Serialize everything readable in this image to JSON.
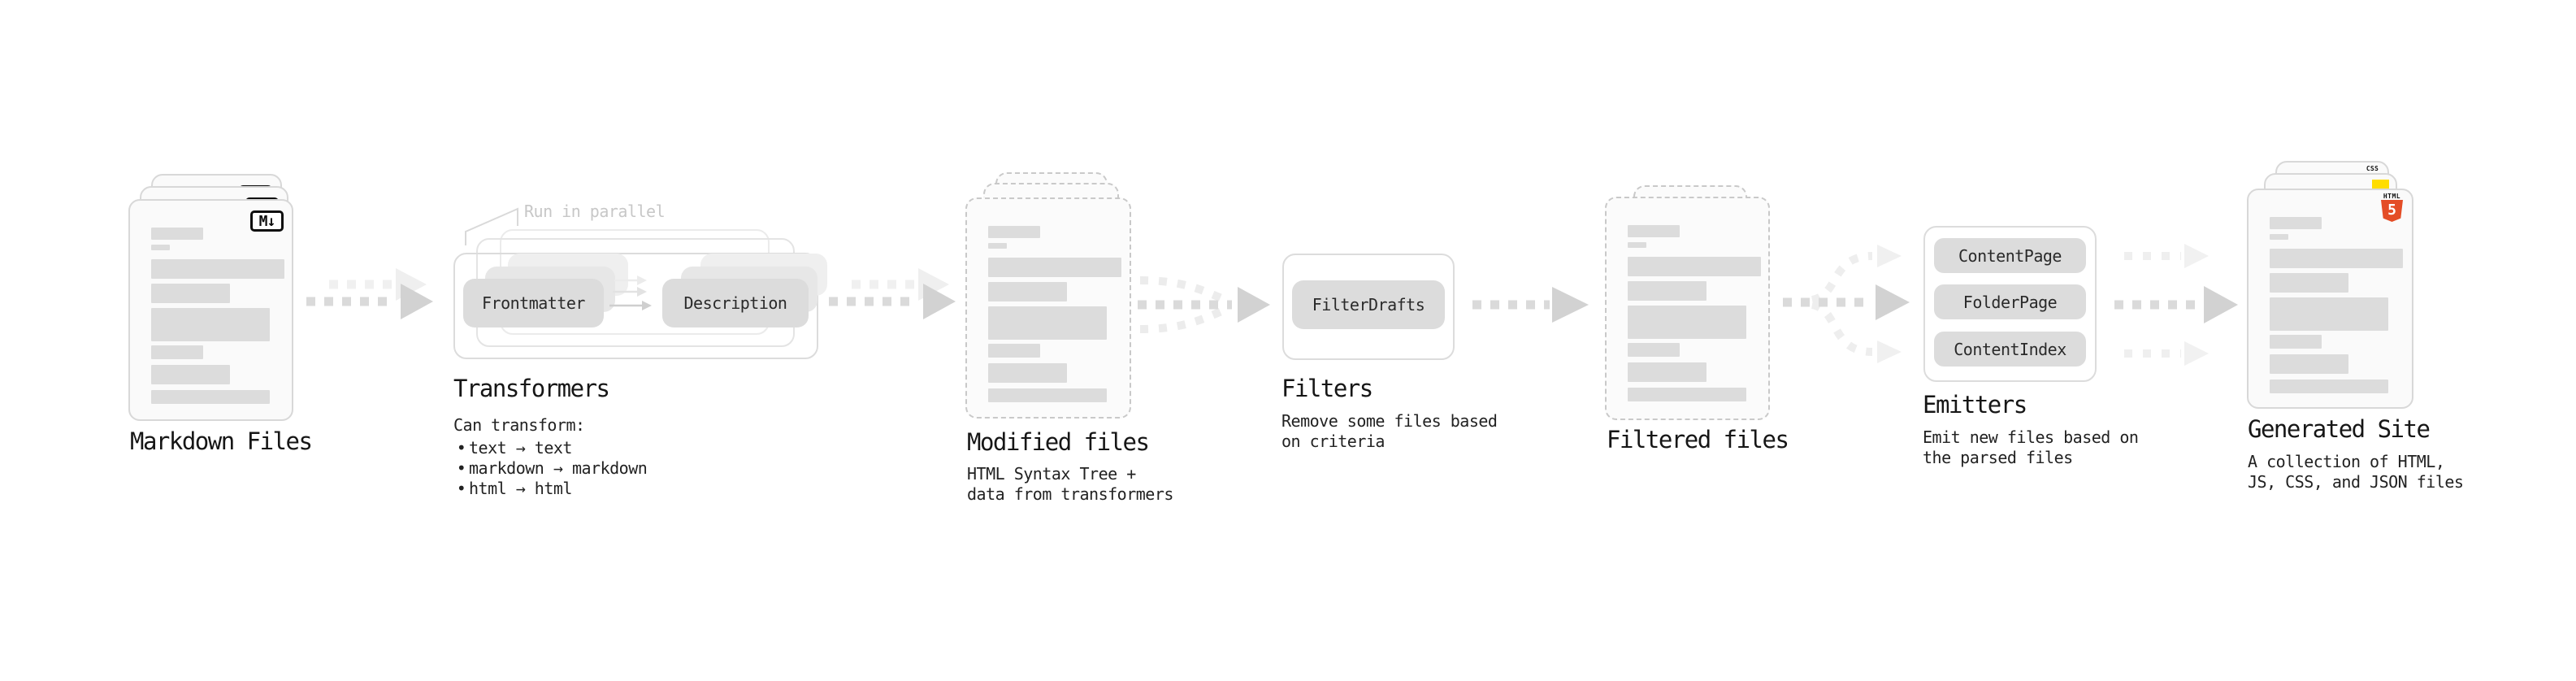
{
  "markdown": {
    "label": "Markdown Files",
    "badge": "M↓"
  },
  "transformers": {
    "label": "Transformers",
    "annotation": "Run in parallel",
    "input_pill": "Frontmatter",
    "output_pill": "Description",
    "desc_title": "Can transform:",
    "bullet_char": "•",
    "bullets": [
      "text → text",
      "markdown → markdown",
      "html → html"
    ]
  },
  "modified": {
    "label": "Modified files",
    "desc": [
      "HTML Syntax Tree +",
      "data from transformers"
    ]
  },
  "filters": {
    "label": "Filters",
    "pill": "FilterDrafts",
    "desc": [
      "Remove some files based",
      "on criteria"
    ]
  },
  "filtered": {
    "label": "Filtered files"
  },
  "emitters": {
    "label": "Emitters",
    "pills": [
      "ContentPage",
      "FolderPage",
      "ContentIndex"
    ],
    "desc": [
      "Emit new files based on",
      "the parsed files"
    ]
  },
  "generated": {
    "label": "Generated Site",
    "desc": [
      "A collection of HTML,",
      "JS, CSS, and JSON files"
    ],
    "badges": {
      "html_label": "HTML",
      "html_number": "5",
      "css_label": "CSS"
    }
  },
  "colors": {
    "html5_orange": "#e44d26",
    "js_yellow": "#ffdd00",
    "css_blue": "#2d66f4",
    "arrow_gray": "#d2d2d2",
    "faint_arrow_gray": "#f0f0f0",
    "placeholder_gray": "#dcdcdc",
    "annotation_gray": "#c7c7c7"
  }
}
